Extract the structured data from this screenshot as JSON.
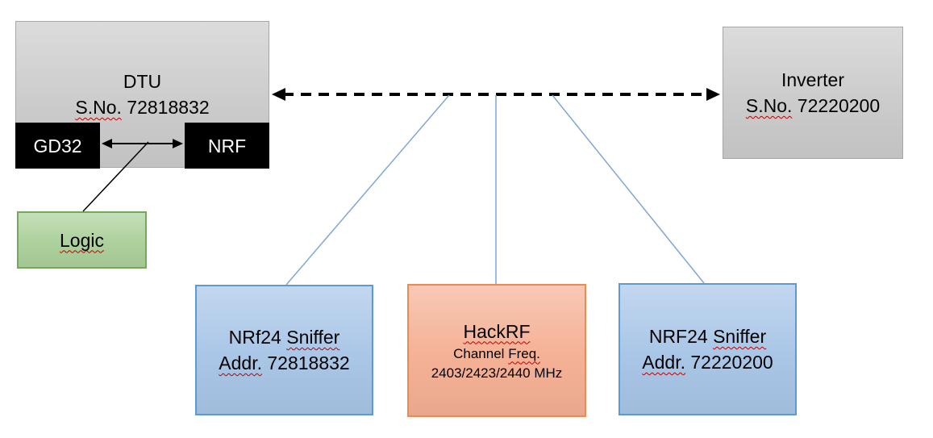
{
  "dtu": {
    "title": "DTU",
    "serial_label": "S.No.",
    "serial_number": "72818832"
  },
  "chips": {
    "gd32_label": "GD32",
    "nrf_label": "NRF"
  },
  "logic": {
    "label": "Logic"
  },
  "inverter": {
    "title": "Inverter",
    "serial_label": "S.No.",
    "serial_number": "72220200"
  },
  "sniffer_left": {
    "title_word1": "NRf24",
    "title_word2": "Sniffer",
    "addr_label": "Addr.",
    "addr_number": "72818832"
  },
  "hackrf": {
    "title": "HackRF",
    "channel_word1": "Channel",
    "channel_word2": "Freq.",
    "frequencies": "2403/2423/2440 MHz"
  },
  "sniffer_right": {
    "title_word1": "NRF24",
    "title_word2": "Sniffer",
    "addr_label": "Addr.",
    "addr_number": "72220200"
  },
  "colors": {
    "gray-fill": "#CCCCCC",
    "gray-border": "#A6A6A6",
    "black-fill": "#000000",
    "green-fill": "#ACD19C",
    "green-border": "#74A95A",
    "blue-fill": "#A9C6E7",
    "blue-border": "#5D9AD3",
    "orange-fill": "#F5B195",
    "orange-border": "#ED8A50",
    "connector-blue": "#7EA6D8",
    "arrow-black": "#000000",
    "squiggle-red": "#C00000"
  }
}
